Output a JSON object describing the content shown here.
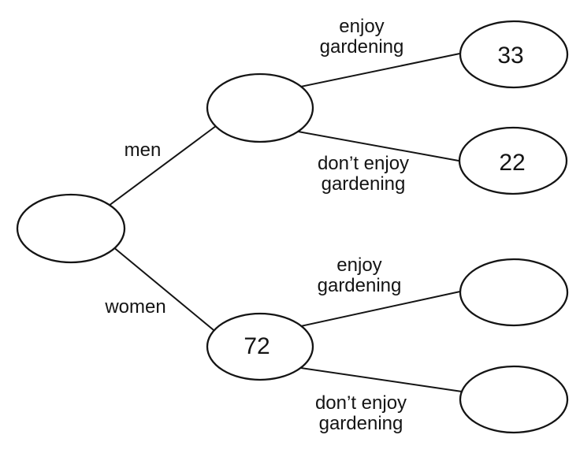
{
  "diagram_type": "frequency-tree",
  "colors": {
    "line": "#141414",
    "text": "#141414",
    "node_fill": "#ffffff",
    "background": "#ffffff"
  },
  "tree": {
    "value": "",
    "children": [
      {
        "branch_label": "men",
        "value": "",
        "children": [
          {
            "branch_label_line1": "enjoy",
            "branch_label_line2": "gardening",
            "value": "33"
          },
          {
            "branch_label_line1": "don’t enjoy",
            "branch_label_line2": "gardening",
            "value": "22"
          }
        ]
      },
      {
        "branch_label": "women",
        "value": "72",
        "children": [
          {
            "branch_label_line1": "enjoy",
            "branch_label_line2": "gardening",
            "value": ""
          },
          {
            "branch_label_line1": "don’t enjoy",
            "branch_label_line2": "gardening",
            "value": ""
          }
        ]
      }
    ]
  }
}
